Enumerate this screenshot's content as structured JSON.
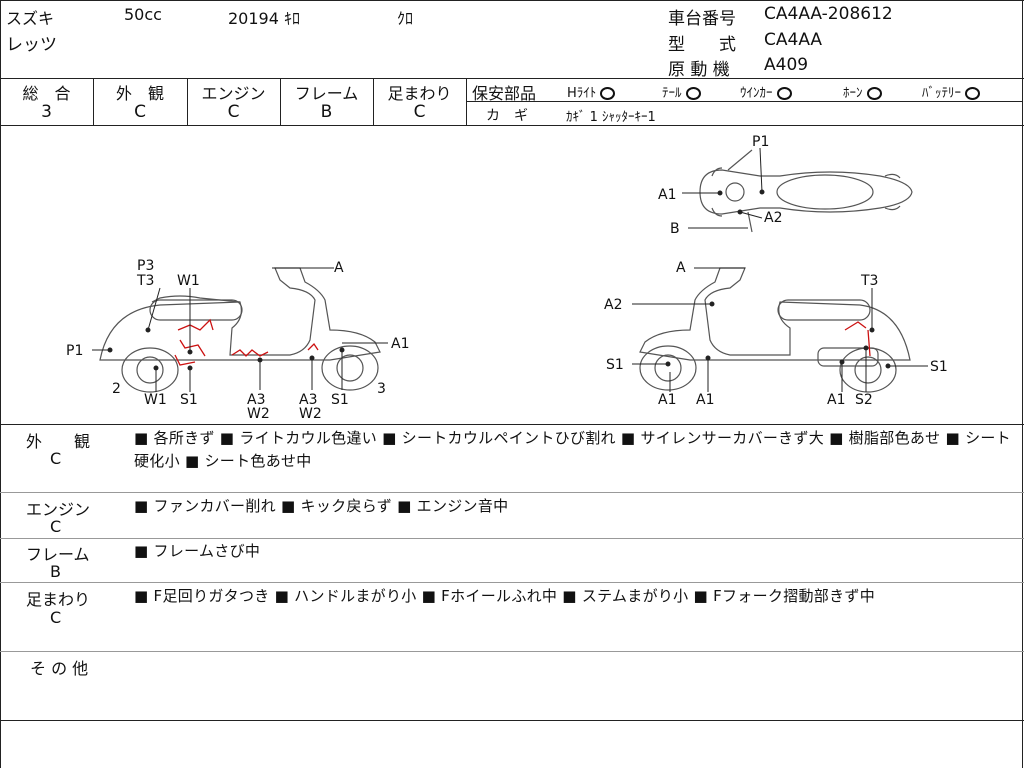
{
  "header": {
    "maker": "スズキ",
    "displacement": "50cc",
    "mileage": "20194 ｷﾛ",
    "color": "ｸﾛ",
    "model_name": "レッツ",
    "frame_no_label": "車台番号",
    "frame_no": "CA4AA-208612",
    "type_label": "型　　式",
    "type_value": "CA4AA",
    "engine_label": "原 動 機",
    "engine_value": "A409"
  },
  "ratings": {
    "total_label": "総　合",
    "total": "3",
    "exterior_label": "外　観",
    "exterior": "C",
    "engine_label": "エンジン",
    "engine": "C",
    "frame_label": "フレーム",
    "frame": "B",
    "suspension_label": "足まわり",
    "suspension": "C"
  },
  "safety": {
    "label": "保安部品",
    "items": [
      {
        "name": "Hﾗｲﾄ",
        "status": "good"
      },
      {
        "name": "ﾃｰﾙ",
        "status": "good"
      },
      {
        "name": "ｳｲﾝｶｰ",
        "status": "good"
      },
      {
        "name": "ﾎｰﾝ",
        "status": "good"
      },
      {
        "name": "ﾊﾞｯﾃﾘｰ",
        "status": "good"
      }
    ],
    "key_label": "カ　ギ",
    "key_value": "ｶｷﾞ 1  ｼｬｯﾀｰｷｰ1"
  },
  "diagram": {
    "left_labels": [
      "P3",
      "T3",
      "W1",
      "A",
      "P1",
      "A1",
      "2",
      "W1",
      "S1",
      "A3",
      "W2",
      "A3",
      "W2",
      "S1",
      "3"
    ],
    "right_labels": [
      "A",
      "T3",
      "A2",
      "S1",
      "S1",
      "A1",
      "A1",
      "A1",
      "S2"
    ],
    "top_labels": [
      "P1",
      "A1",
      "A2",
      "B"
    ]
  },
  "notes": {
    "exterior_title": "外　　観",
    "exterior_grade": "C",
    "exterior_text": "■ 各所きず ■ ライトカウル色違い ■ シートカウルペイントひび割れ ■ サイレンサーカバーきず大 ■ 樹脂部色あせ ■ シート硬化小 ■ シート色あせ中",
    "engine_title": "エンジン",
    "engine_grade": "C",
    "engine_text": "■ ファンカバー削れ ■ キック戻らず ■ エンジン音中",
    "frame_title": "フレーム",
    "frame_grade": "B",
    "frame_text": "■ フレームさび中",
    "suspension_title": "足まわり",
    "suspension_grade": "C",
    "suspension_text": "■ F足回りガタつき ■ ハンドルまがり小 ■ Fホイールふれ中 ■ ステムまがり小 ■ Fフォーク摺動部きず中",
    "other_title": "そ の 他",
    "other_text": ""
  },
  "colors": {
    "line": "#222222",
    "damage": "#cc1111"
  }
}
